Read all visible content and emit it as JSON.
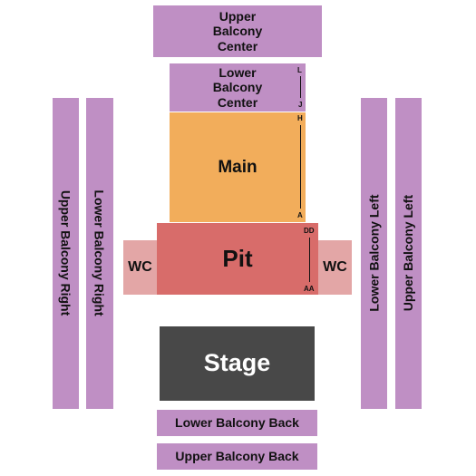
{
  "sections": {
    "upper_balcony_center": "Upper\nBalcony\nCenter",
    "lower_balcony_center": "Lower\nBalcony\nCenter",
    "main": "Main",
    "pit": "Pit",
    "wc_left": "WC",
    "wc_right": "WC",
    "stage": "Stage",
    "upper_balcony_right": "Upper Balcony Right",
    "lower_balcony_right": "Lower Balcony Right",
    "lower_balcony_left": "Lower Balcony Left",
    "upper_balcony_left": "Upper Balcony Left",
    "lower_balcony_back": "Lower Balcony Back",
    "upper_balcony_back": "Upper Balcony Back"
  },
  "rows": {
    "lower_balcony_center": {
      "first": "L",
      "last": "J"
    },
    "main": {
      "first": "H",
      "last": "A"
    },
    "pit": {
      "first": "DD",
      "last": "AA"
    }
  },
  "colors": {
    "balcony": "#bf8fc4",
    "main": "#f2ad5b",
    "pit": "#d86c6a",
    "wc": "#e3a6a6",
    "stage": "#484848"
  }
}
